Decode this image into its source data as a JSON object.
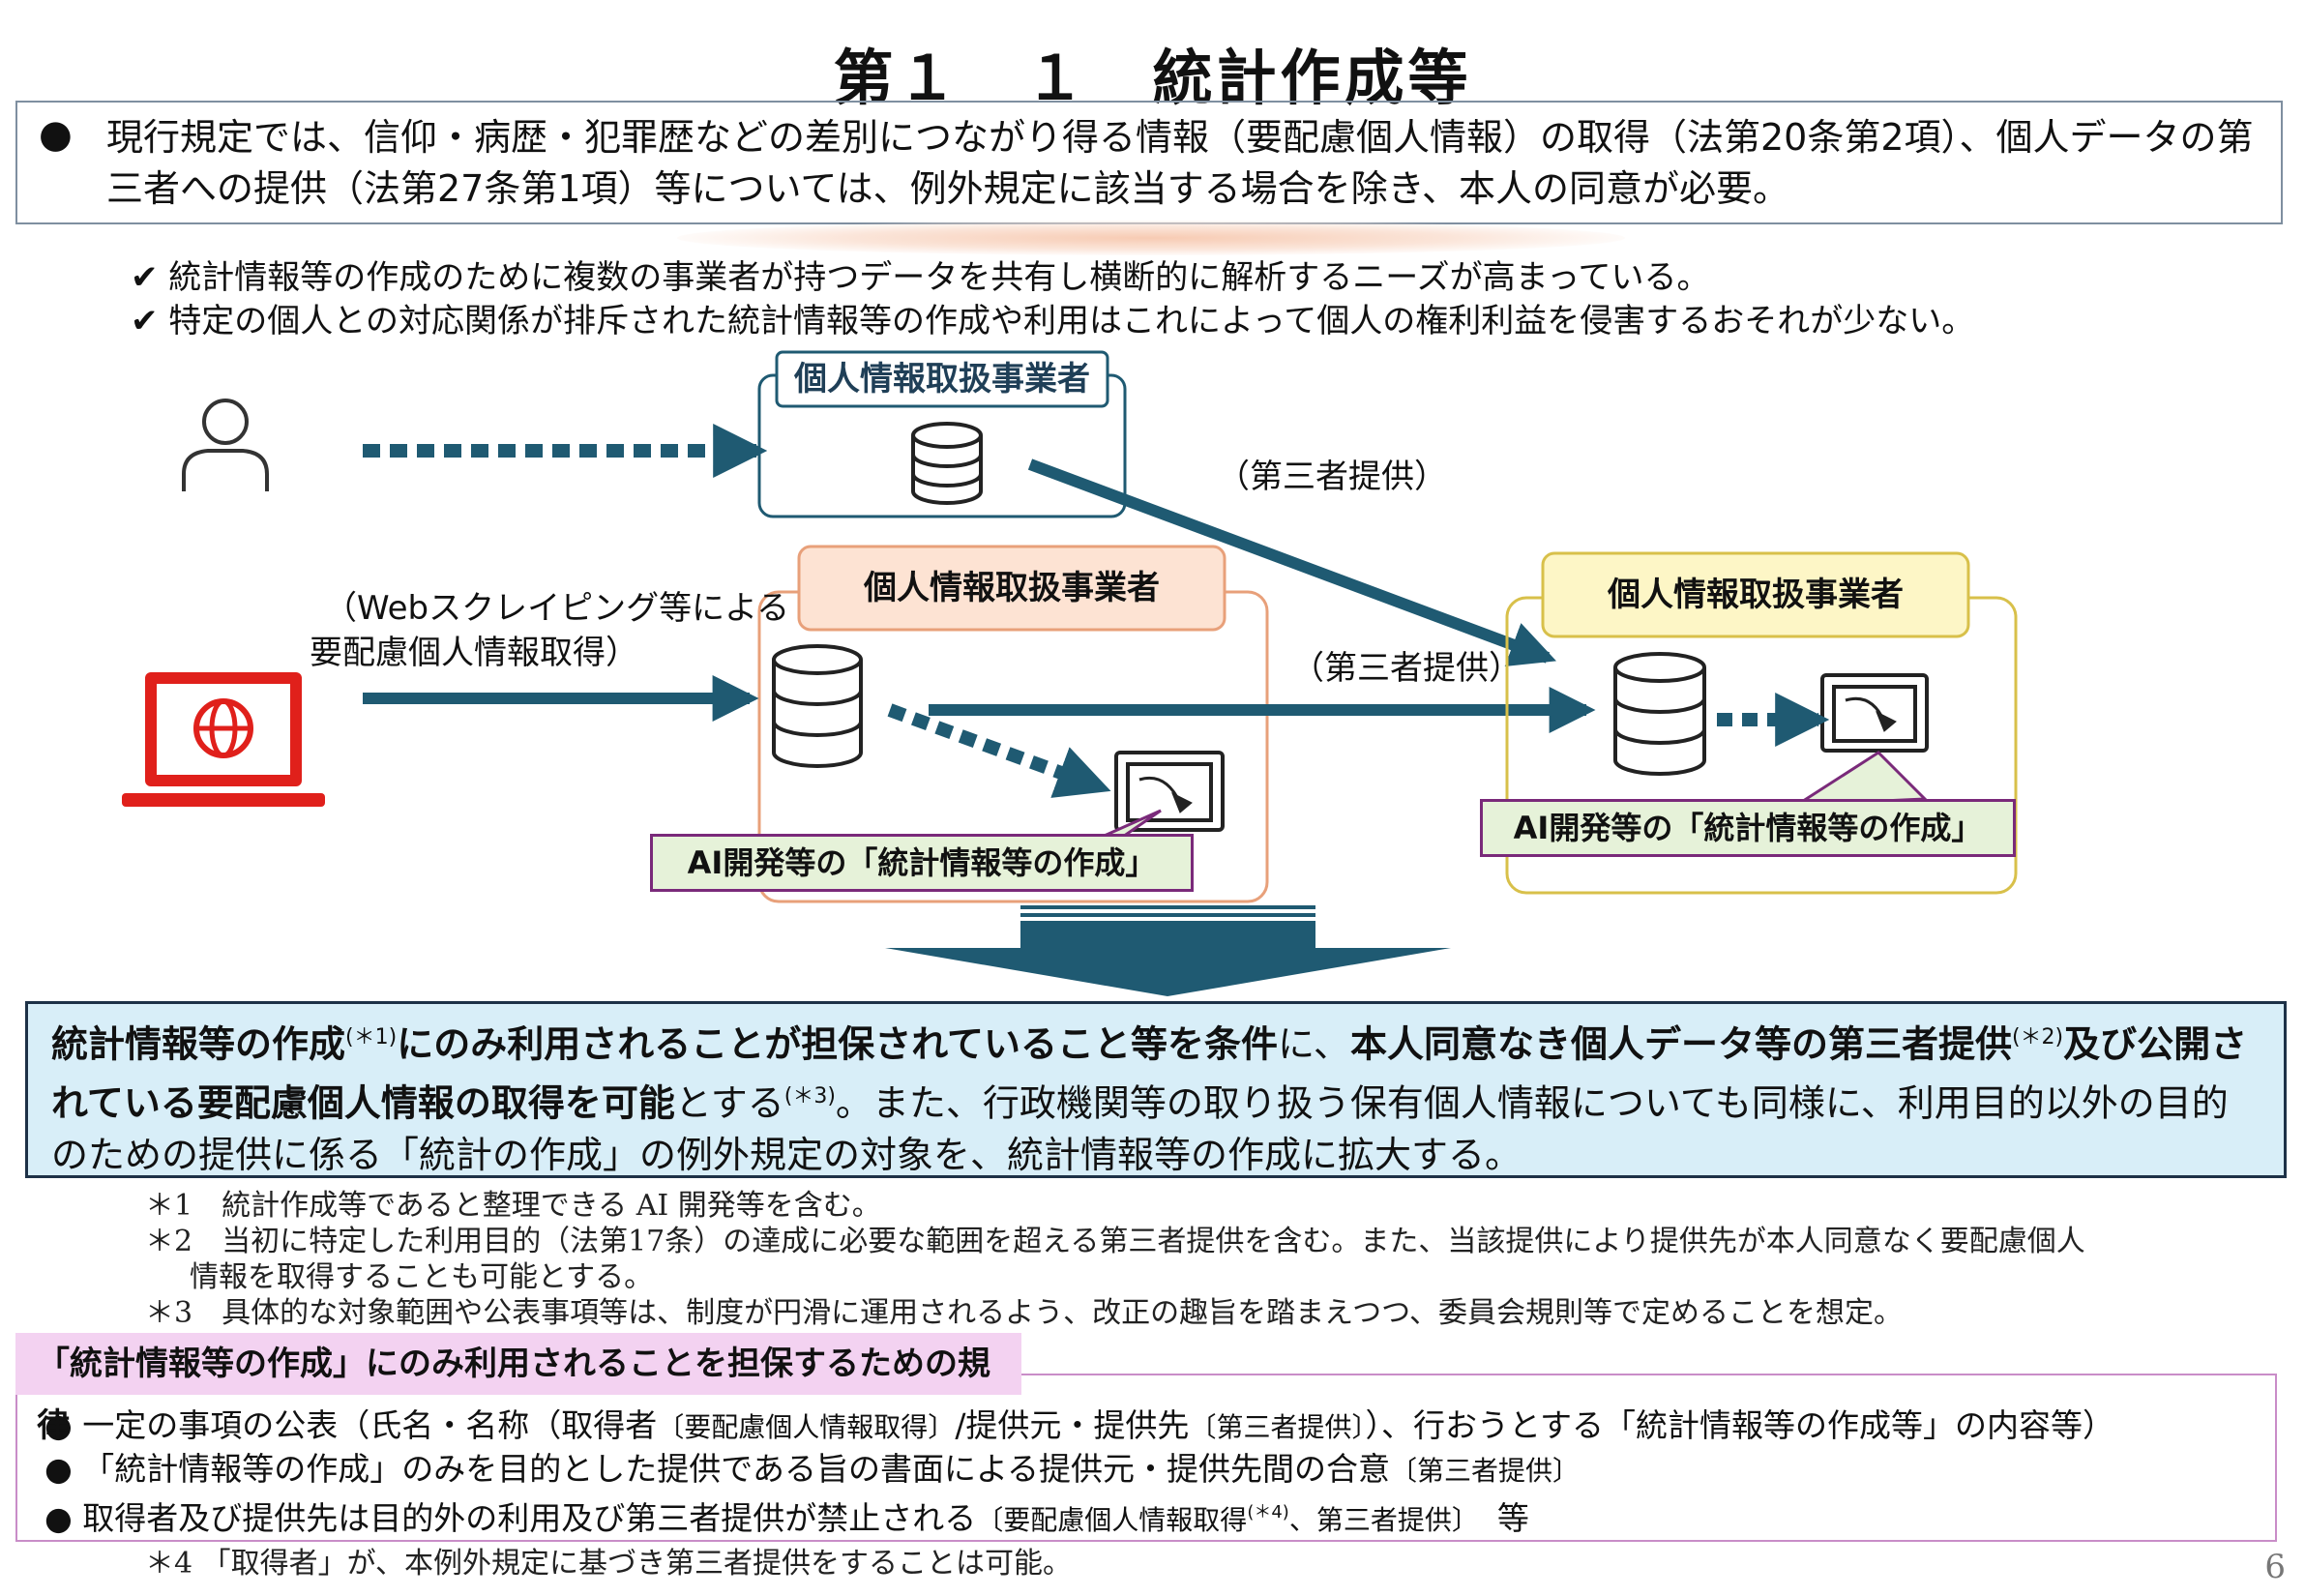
{
  "title": "第１　１　統計作成等",
  "intro": {
    "bullet": "●",
    "text": "現行規定では、信仰・病歴・犯罪歴などの差別につながり得る情報（要配慮個人情報）の取得（法第20条第2項）、個人データの第三者への提供（法第27条第1項）等については、例外規定に該当する場合を除き、本人の同意が必要。"
  },
  "checks": [
    "✔ 統計情報等の作成のために複数の事業者が持つデータを共有し横断的に解析するニーズが高まっている。",
    "✔ 特定の個人との対応関係が排斥された統計情報等の作成や利用はこれによって個人の権利利益を侵害するおそれが少ない。"
  ],
  "diagram": {
    "business_top": "個人情報取扱事業者",
    "business_mid": "個人情報取扱事業者",
    "business_right": "個人情報取扱事業者",
    "third_party_1": "（第三者提供）",
    "third_party_2": "（第三者提供）",
    "web_scraping_line1": "（Webスクレイピング等による",
    "web_scraping_line2": "要配慮個人情報取得）",
    "ai_label_left": "AI開発等の「統計情報等の作成」",
    "ai_label_right": "AI開発等の「統計情報等の作成」",
    "colors": {
      "navy": "#1f5a72",
      "orange": "#e8a07a",
      "orange_fill": "#fde3d3",
      "yellow": "#d8c04a",
      "yellow_fill": "#fdf6c6",
      "laptop": "#e0201b"
    }
  },
  "proposal": {
    "p1": "統計情報等の作成",
    "s1": "(＊1)",
    "p2": "にのみ利用されることが担保されていること等を条件",
    "p3": "に、",
    "p4": "本人同意なき個人データ等の第三者提供",
    "s2": "(＊2)",
    "p5": "及び公開されている要配慮個人情報の取得を可能",
    "p6": "とする",
    "s3": "(＊3)",
    "p7": "。また、行政機関等の取り扱う保有個人情報についても同様に、利用目的以外の目的のための提供に係る「統計の作成」の例外規定の対象を、統計情報等の作成に拡大する。"
  },
  "notes": {
    "n1": "＊1　統計作成等であると整理できる AI 開発等を含む。",
    "n2a": "＊2　当初に特定した利用目的（法第17条）の達成に必要な範囲を超える第三者提供を含む。また、当該提供により提供先が本人同意なく要配慮個人",
    "n2b": "情報を取得することも可能とする。",
    "n3": "＊3　具体的な対象範囲や公表事項等は、制度が円滑に運用されるよう、改正の趣旨を踏まえつつ、委員会規則等で定めることを想定。",
    "n4": "＊4 「取得者」が、本例外規定に基づき第三者提供をすることは可能。"
  },
  "rules": {
    "title": "「統計情報等の作成」にのみ利用されることを担保するための規律",
    "r1a": "● 一定の事項の公表（氏名・名称（取得者",
    "r1b": "〔要配慮個人情報取得〕",
    "r1c": "/提供元・提供先",
    "r1d": "〔第三者提供〕",
    "r1e": "）、行おうとする「統計情報等の作成等」の内容等）",
    "r2a": "● 「統計情報等の作成」のみを目的とした提供である旨の書面による提供元・提供先間の合意",
    "r2b": "〔第三者提供〕",
    "r3a": "● 取得者及び提供先は目的外の利用及び第三者提供が禁止される",
    "r3b": "〔要配慮個人情報取得",
    "r3c": "(＊4)",
    "r3d": "、第三者提供〕",
    "r3e": "　等"
  },
  "page_number": "6"
}
